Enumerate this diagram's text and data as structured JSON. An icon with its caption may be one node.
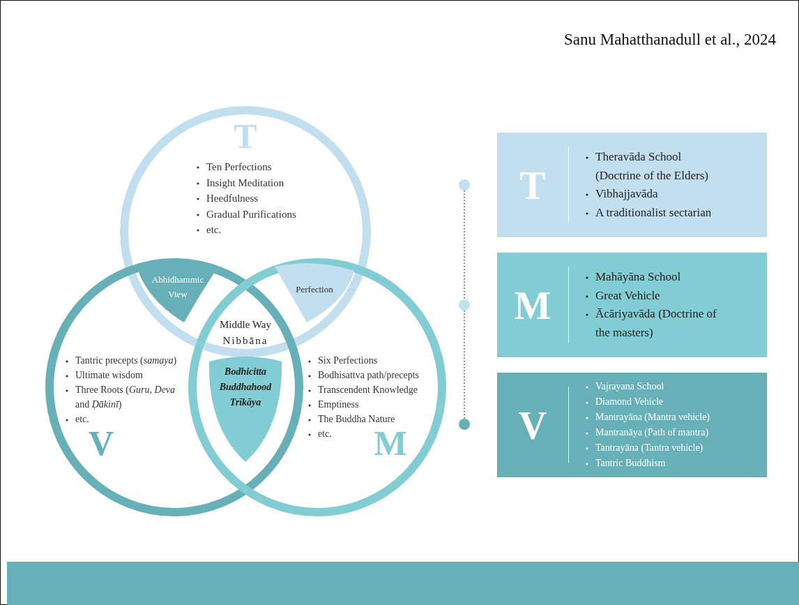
{
  "diagram": {
    "nodes": [
      {
        "text": [
          "T",
          "Ten Perfections",
          "Insight Meditation",
          "Heedfulness",
          "Gradual Purifications",
          "etc."
        ]
      },
      {
        "text": [
          "V",
          "Tantric precepts (*samaya*)",
          "Ultimate wisdom",
          "Three Roots (*Guru, Deva* and *Ḍākinī*)",
          "etc."
        ]
      },
      {
        "text": [
          "M",
          "Six Perfections",
          "Bodhisattva path/precepts",
          "Transcendent Knowledge",
          "Emptiness",
          "The Buddha Nature",
          "etc."
        ]
      },
      {
        "text": [
          "Abhidhammic View"
        ]
      },
      {
        "text": [
          "Perfection"
        ]
      },
      {
        "text": [
          "Bodhicitta",
          "Buddhahood",
          "Trīkāya"
        ]
      },
      {
        "text": [
          "T",
          "Theravāda School (Doctrine of the Elders)",
          "Vibhajjavāda",
          "A traditionalist sectarian"
        ]
      },
      {
        "text": [
          "M",
          "Mahāyāna School",
          "Great Vehicle",
          "Ācāriyavāda (Doctrine of the masters)"
        ]
      },
      {
        "text": [
          "V",
          "Vajrayana School",
          "Diamond Vehicle",
          "Mantrayāna (Mantra vehicle)",
          "Mantranāya (Path of mantra)",
          "Tantrayāna (Tantra vehicle)",
          "Tantric Buddhism"
        ]
      },
      {
        "text": [],
        "shape": "circle"
      },
      {
        "text": [],
        "shape": "circle"
      },
      {
        "text": [],
        "shape": "circle"
      }
    ],
    "edges": [
      {
        "from": 9,
        "to": 10,
        "arrow": "none",
        "style": "dashed"
      },
      {
        "from": 10,
        "to": 11,
        "arrow": "none",
        "style": "dashed"
      }
    ],
    "labels": [
      "Sanu Mahatthanadull et al., 2024",
      "Middle Way",
      "Nibbāna"
    ]
  }
}
